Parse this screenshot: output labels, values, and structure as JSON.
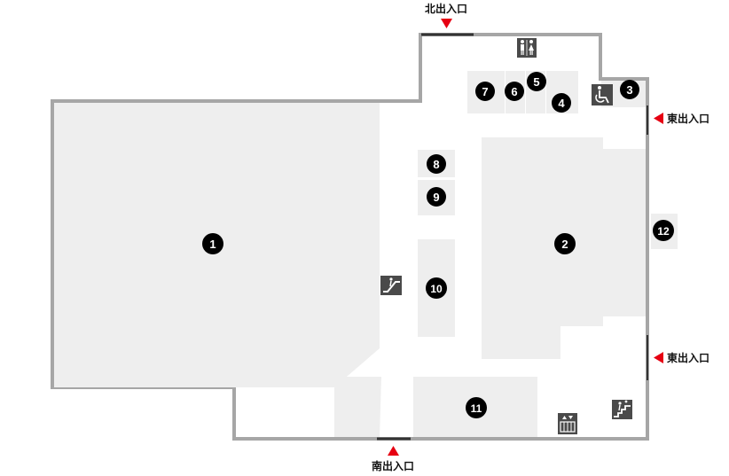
{
  "colors": {
    "outline": "#a6a6a6",
    "floor": "#ffffff",
    "store": "#eeeeee",
    "marker": "#000000",
    "marker_text": "#ffffff",
    "arrow": "#e60012",
    "icon_bg": "#4a4a4a"
  },
  "entrances": {
    "north": "北出入口",
    "south": "南出入口",
    "east_upper": "東出入口",
    "east_lower": "東出入口"
  },
  "areas": [
    {
      "number": "1"
    },
    {
      "number": "2"
    },
    {
      "number": "3"
    },
    {
      "number": "4"
    },
    {
      "number": "5"
    },
    {
      "number": "6"
    },
    {
      "number": "7"
    },
    {
      "number": "8"
    },
    {
      "number": "9"
    },
    {
      "number": "10"
    },
    {
      "number": "11"
    },
    {
      "number": "12"
    }
  ],
  "facility_icons": [
    "restroom-icon",
    "wheelchair-icon",
    "escalator-icon",
    "elevator-icon",
    "stairs-icon"
  ]
}
